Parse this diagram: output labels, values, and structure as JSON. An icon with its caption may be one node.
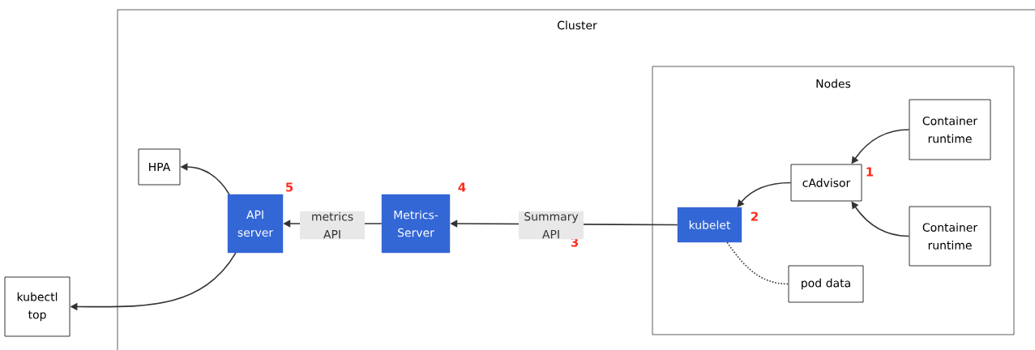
{
  "diagram": {
    "nodes": [
      {
        "text": [
          "Cluster"
        ]
      },
      {
        "text": [
          "Nodes"
        ],
        "in": 0
      },
      {
        "text": [
          "Container runtime"
        ],
        "in": 1
      },
      {
        "text": [
          "cAdvisor"
        ],
        "in": 1,
        "beside": [
          "1"
        ]
      },
      {
        "text": [
          "Container runtime"
        ],
        "in": 1
      },
      {
        "text": [
          "kubelet"
        ],
        "in": 1,
        "beside": [
          "2"
        ]
      },
      {
        "text": [
          "pod data"
        ],
        "in": 1
      },
      {
        "text": [
          "Metrics-Server"
        ],
        "in": 0,
        "beside": [
          "4"
        ]
      },
      {
        "text": [
          "API server"
        ],
        "in": 0,
        "beside": [
          "5"
        ]
      },
      {
        "text": [
          "HPA"
        ],
        "in": 0
      },
      {
        "text": [
          "kubectl top"
        ]
      }
    ],
    "edges": [
      {
        "from": 2,
        "to": 3,
        "arrow": "to"
      },
      {
        "from": 4,
        "to": 3,
        "arrow": "to"
      },
      {
        "from": 3,
        "to": 5,
        "arrow": "to"
      },
      {
        "from": 5,
        "to": 6,
        "arrow": "none",
        "style": "dashed"
      },
      {
        "from": 5,
        "to": 7,
        "arrow": "to",
        "label": "Summary API"
      },
      {
        "from": 7,
        "to": 8,
        "arrow": "to",
        "label": "metrics API"
      },
      {
        "from": 8,
        "to": 9,
        "arrow": "to"
      },
      {
        "from": 8,
        "to": 10,
        "arrow": "to"
      }
    ],
    "labels": [
      "3"
    ]
  }
}
